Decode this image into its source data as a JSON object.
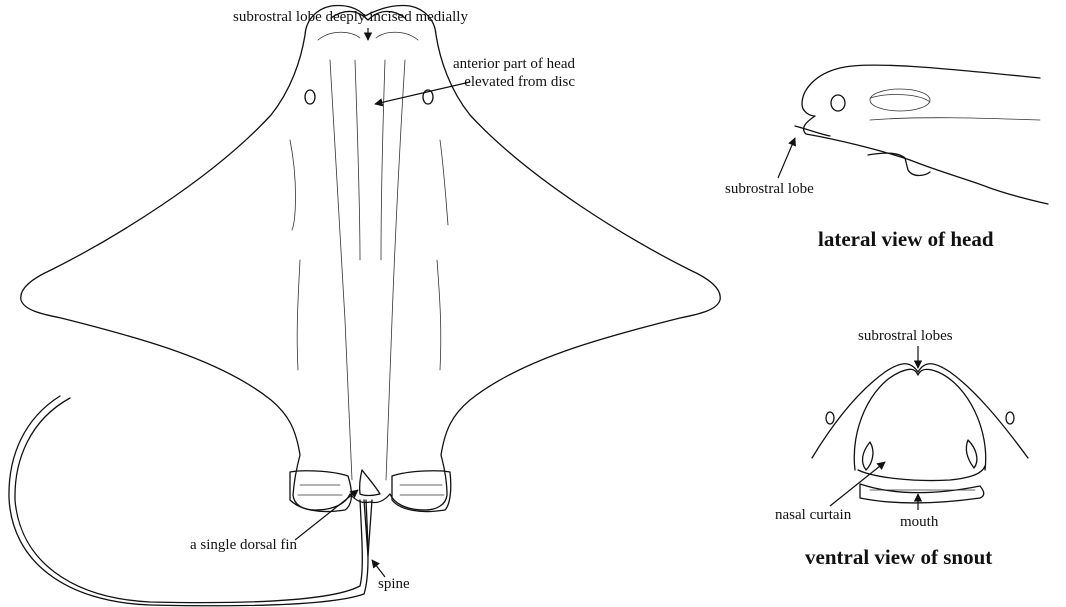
{
  "dorsal_view": {
    "labels": {
      "subrostral_lobe": "subrostral lobe deeply incised medially",
      "head_line1": "anterior part of head",
      "head_line2": "elevated from disc",
      "dorsal_fin": "a single dorsal fin",
      "spine": "spine"
    }
  },
  "lateral_view": {
    "caption": "lateral view of head",
    "labels": {
      "subrostral_lobe": "subrostral lobe"
    }
  },
  "ventral_view": {
    "caption": "ventral view of snout",
    "labels": {
      "subrostral_lobes": "subrostral lobes",
      "nasal_curtain": "nasal curtain",
      "mouth": "mouth"
    }
  }
}
